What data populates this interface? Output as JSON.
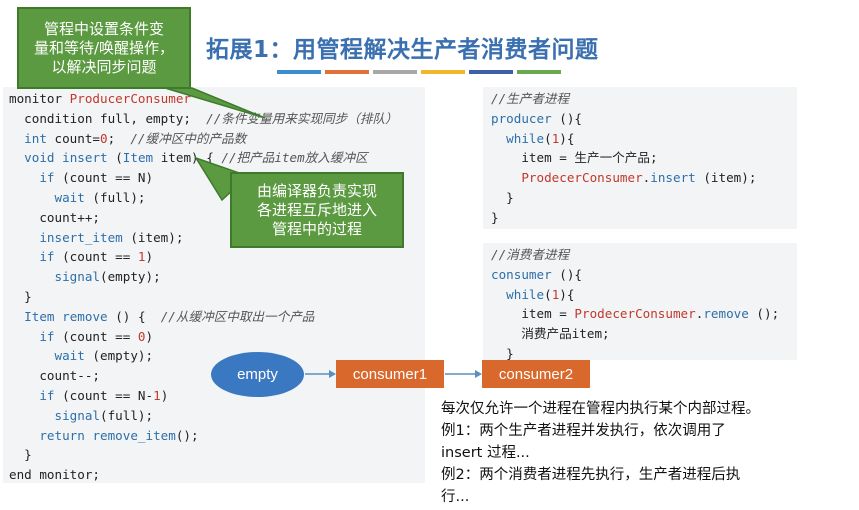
{
  "title": "拓展1：用管程解决生产者消费者问题",
  "title_bar_colors": [
    "#3b8fd1",
    "#e0703a",
    "#a7a7a7",
    "#f2b62a",
    "#3f5fa8",
    "#6aa84f"
  ],
  "callouts": {
    "top_left": [
      "管程中设置条件变",
      "量和等待/唤醒操作，",
      "以解决同步问题"
    ],
    "middle": [
      "由编译器负责实现",
      "各进程互斥地进入",
      "管程中的过程"
    ]
  },
  "monitor_code": [
    "monitor ProducerConsumer",
    "  condition full, empty;  //条件变量用来实现同步（排队）",
    "  int count=0;  //缓冲区中的产品数",
    "  void insert (Item item) { //把产品item放入缓冲区",
    "    if (count == N)",
    "      wait (full);",
    "    count++;",
    "    insert_item (item);",
    "    if (count == 1)",
    "      signal(empty);",
    "  }",
    "  Item remove () {  //从缓冲区中取出一个产品",
    "    if (count == 0)",
    "      wait (empty);",
    "    count--;",
    "    if (count == N-1)",
    "      signal(full);",
    "    return remove_item();",
    "  }",
    "end monitor;"
  ],
  "producer_code": [
    "//生产者进程",
    "producer (){",
    "  while(1){",
    "    item = 生产一个产品;",
    "    ProdecerConsumer.insert (item);",
    "  }",
    "}"
  ],
  "consumer_code": [
    "//消费者进程",
    "consumer (){",
    "  while(1){",
    "    item = ProdecerConsumer.remove ();",
    "    消费产品item;",
    "  }"
  ],
  "queue": {
    "ellipse": "empty",
    "box1": "consumer1",
    "box2": "consumer2"
  },
  "note": [
    "每次仅允许一个进程在管程内执行某个内部过程。",
    "例1：两个生产者进程并发执行，依次调用了",
    "insert 过程...",
    "例2：两个消费者进程先执行，生产者进程后执",
    "行..."
  ]
}
